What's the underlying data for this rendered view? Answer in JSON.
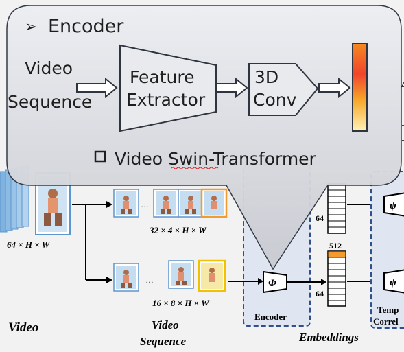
{
  "callout": {
    "heading": "Encoder",
    "input_label_line1": "Video",
    "input_label_line2": "Sequence",
    "feature_line1": "Feature",
    "feature_line2": "Extractor",
    "conv_line1": "3D",
    "conv_line2": "Conv",
    "backbone_label": "Video Swin-Transformer"
  },
  "background": {
    "clip1_dims": "64 × H × W",
    "seq1_dims": "32 × 4 × H × W",
    "seq2_dims": "16 × 8 × H × W",
    "encoder_symbol": "Φ",
    "encoder_label": "Encoder",
    "psi_symbol": "ψ",
    "emb_dim_top": "64",
    "emb_dim_bottom": "64",
    "emb_size": "512",
    "video_label": "Video",
    "video_seq_line1": "Video",
    "video_seq_line2": "Sequence",
    "embeddings_label": "Embeddings",
    "temporal_line1": "Temp",
    "temporal_line2": "Correl",
    "ellipsis": "…",
    "cut_text": "A"
  },
  "colors": {
    "callout_fill": "#d9dade",
    "encoder_box_fill": "#dfe6f2",
    "encoder_border": "#2f4f8f",
    "accent_orange": "#f39b2e",
    "accent_yellow": "#f2c200",
    "frame_blue": "#7fb2de"
  }
}
